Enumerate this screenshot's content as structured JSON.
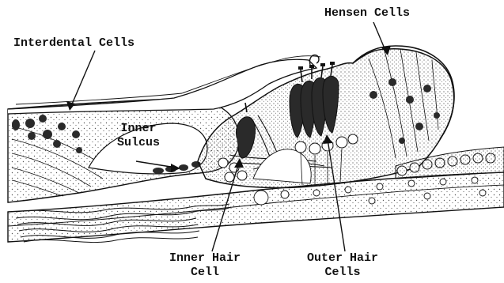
{
  "labels": {
    "hensen": "Hensen Cells",
    "interdental": "Interdental Cells",
    "inner_sulcus_1": "Inner",
    "inner_sulcus_2": "Sulcus",
    "inner_hair_1": "Inner Hair",
    "inner_hair_2": "Cell",
    "outer_hair_1": "Outer Hair",
    "outer_hair_2": "Cells"
  },
  "colors": {
    "ink": "#111111",
    "dark_cell": "#2a2a2a",
    "stipple": "#555555",
    "paper": "#ffffff"
  }
}
